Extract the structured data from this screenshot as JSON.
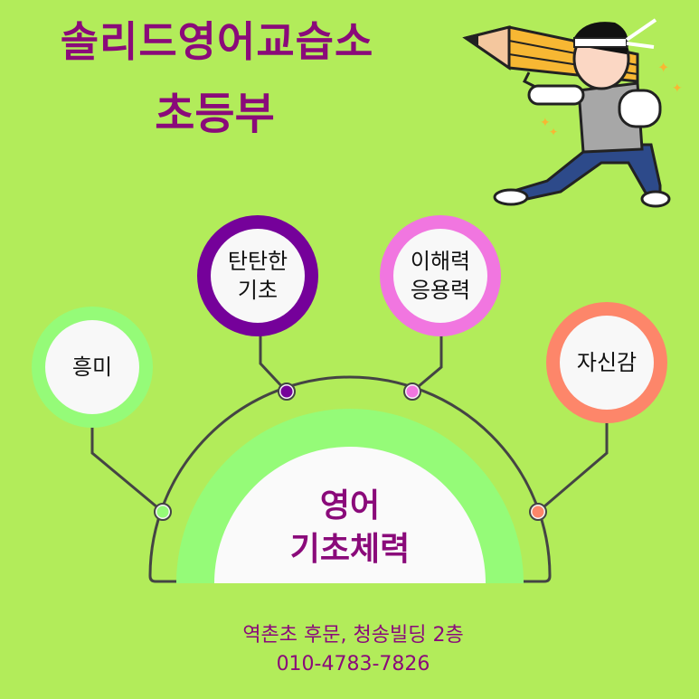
{
  "header": {
    "title_line1": "솔리드영어교습소",
    "title_line2": "초등부"
  },
  "illustration": {
    "icon": "student-carrying-giant-pencil-illustration"
  },
  "diagram": {
    "center": {
      "line1": "영어",
      "line2": "기초체력"
    },
    "nodes": [
      {
        "id": "interest",
        "line1": "흥미",
        "line2": "",
        "color": "#95fb78"
      },
      {
        "id": "foundation",
        "line1": "탄탄한",
        "line2": "기초",
        "color": "#75019a"
      },
      {
        "id": "comprehension",
        "line1": "이해력",
        "line2": "응용력",
        "color": "#f176e0"
      },
      {
        "id": "confidence",
        "line1": "자신감",
        "line2": "",
        "color": "#fd866a"
      }
    ],
    "colors": {
      "background": "#b2ec5a",
      "band": "#95fb78",
      "line": "#444444",
      "title": "#8a0a7a"
    }
  },
  "footer": {
    "address": "역촌초 후문, 청송빌딩 2층",
    "phone": "010-4783-7826"
  }
}
